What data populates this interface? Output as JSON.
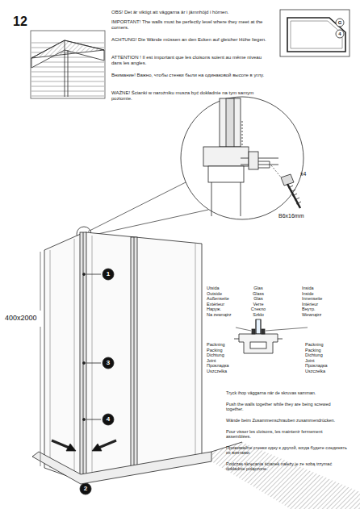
{
  "diagram": {
    "labels": [
      "12",
      "OBS! Det är viktigt att väggarna är i jämnhöjd i hörnen.",
      "IMPORTANT! The walls must be perfectly level where they meet at the corners.",
      "ACHTUNG! Die Wände müssen an den Ecken auf gleicher Höhe liegen.",
      "ATTENTION ! Il est important que les cloisons soient au même niveau dans les angles.",
      "Внимание! Важно, чтобы стенки были на одинаковой высоте в углу.",
      "WAŻNE! Ścianki w narożniku musza być dokładnie na tym samym poziomie.",
      "G",
      "4",
      "x4",
      "B6x16mm",
      "400x2000",
      "1",
      "3",
      "4",
      "2",
      "Utsida",
      "Outside",
      "Außenseite",
      "Extérieur",
      "Наруж.",
      "Na zewnątrz",
      "Glas",
      "Glass",
      "Glas",
      "Verre",
      "Стекло",
      "Szkło",
      "Insida",
      "Inside",
      "Innenseite",
      "Intérieur",
      "Внутр.",
      "Wewnątrz",
      "Packning",
      "Packing",
      "Dichtung",
      "Joint",
      "Прокладка",
      "Uszczelka",
      "Packning",
      "Packing",
      "Dichtung",
      "Joint",
      "Прокладка",
      "Uszczelka",
      "Tryck ihop väggarna när de skruvas samman.",
      "Push the walls together while they are being screwed together.",
      "Wände beim Zusammenschrauben zusammendrücken.",
      "Pour visser les cloisons, les maintenir fermement assemblées.",
      "Прижимайте стенки одну к другой, когда будете соединять их винтами.",
      "Podczas skręcania ścianek należy je ze sobą trzymać dokładnie połączone."
    ]
  }
}
